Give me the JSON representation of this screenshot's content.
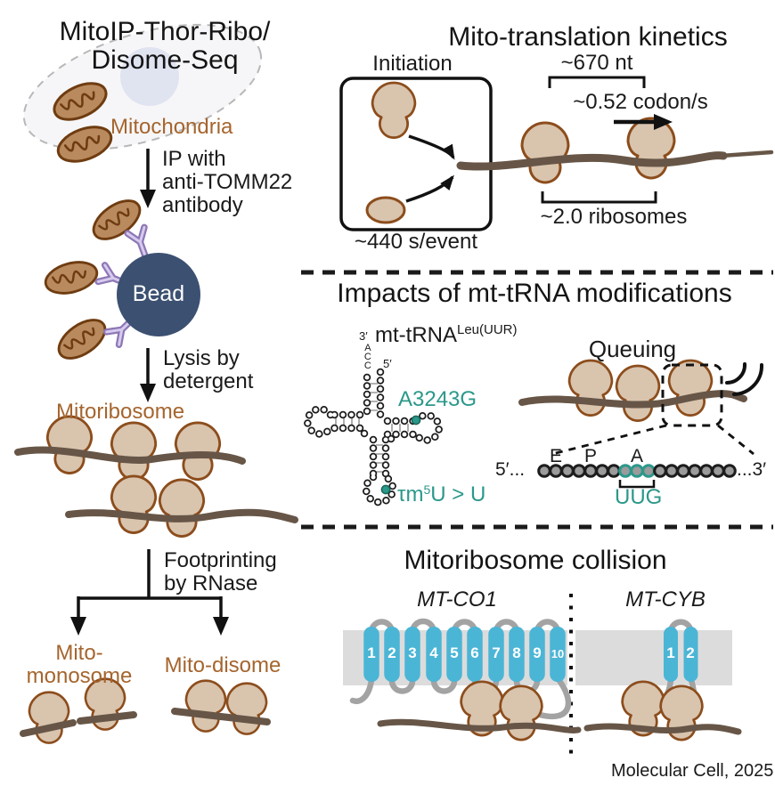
{
  "workflow": {
    "title_line1": "MitoIP-Thor-Ribo/",
    "title_line2": "Disome-Seq",
    "mitochondria_label": "Mitochondria",
    "ip_line1": "IP with",
    "ip_line2": "anti-TOMM22",
    "ip_line3": "antibody",
    "bead_label": "Bead",
    "lysis_line1": "Lysis by",
    "lysis_line2": "detergent",
    "mitoribosome_label": "Mitoribosome",
    "footprint_line1": "Footprinting",
    "footprint_line2": "by RNase",
    "monosome_line1": "Mito-",
    "monosome_line2": "monosome",
    "disome_label": "Mito-disome"
  },
  "kinetics": {
    "title": "Mito-translation kinetics",
    "initiation_label": "Initiation",
    "initiation_rate": "~440 s/event",
    "footprint_span": "~670 nt",
    "elongation_rate": "~0.52 codon/s",
    "ribosome_density": "~2.0 ribosomes"
  },
  "trna": {
    "title": "Impacts of mt-tRNA modifications",
    "three_prime": "3′",
    "acc": "ACC",
    "five_prime": "5′",
    "name": "mt-tRNA",
    "name_sup": "Leu(UUR)",
    "mutation": "A3243G",
    "mod_prefix": "τm",
    "mod_sup": "5",
    "mod_suffix": "U > U",
    "queuing_label": "Queuing",
    "site_e": "E",
    "site_p": "P",
    "site_a": "A",
    "mrna_5": "5′...",
    "mrna_3": "...3′",
    "a_site_codon": "UUG"
  },
  "collision": {
    "title": "Mitoribosome collision",
    "gene_left": "MT-CO1",
    "gene_right": "MT-CYB",
    "co1_helices": [
      "1",
      "2",
      "3",
      "4",
      "5",
      "6",
      "7",
      "8",
      "9",
      "10"
    ],
    "cyb_helices": [
      "1",
      "2"
    ]
  },
  "citation": "Molecular Cell, 2025",
  "colors": {
    "ribosome_fill": "#d9c4ae",
    "ribosome_stroke": "#8c4d1c",
    "mrna_brown": "#675647",
    "label_brown": "#a5652e",
    "bead_blue": "#3c5071",
    "teal": "#2b988a",
    "helix_cyan": "#4bb5d6",
    "membrane_gray": "#dcdcdc",
    "loop_gray": "#a3a3a3",
    "codon_gray": "#9b9b9b",
    "mito_fill": "#b98a5e",
    "mito_stroke": "#6e3c10",
    "antibody_purple": "#8d77b5",
    "nucleus": "#e0e3f0"
  }
}
